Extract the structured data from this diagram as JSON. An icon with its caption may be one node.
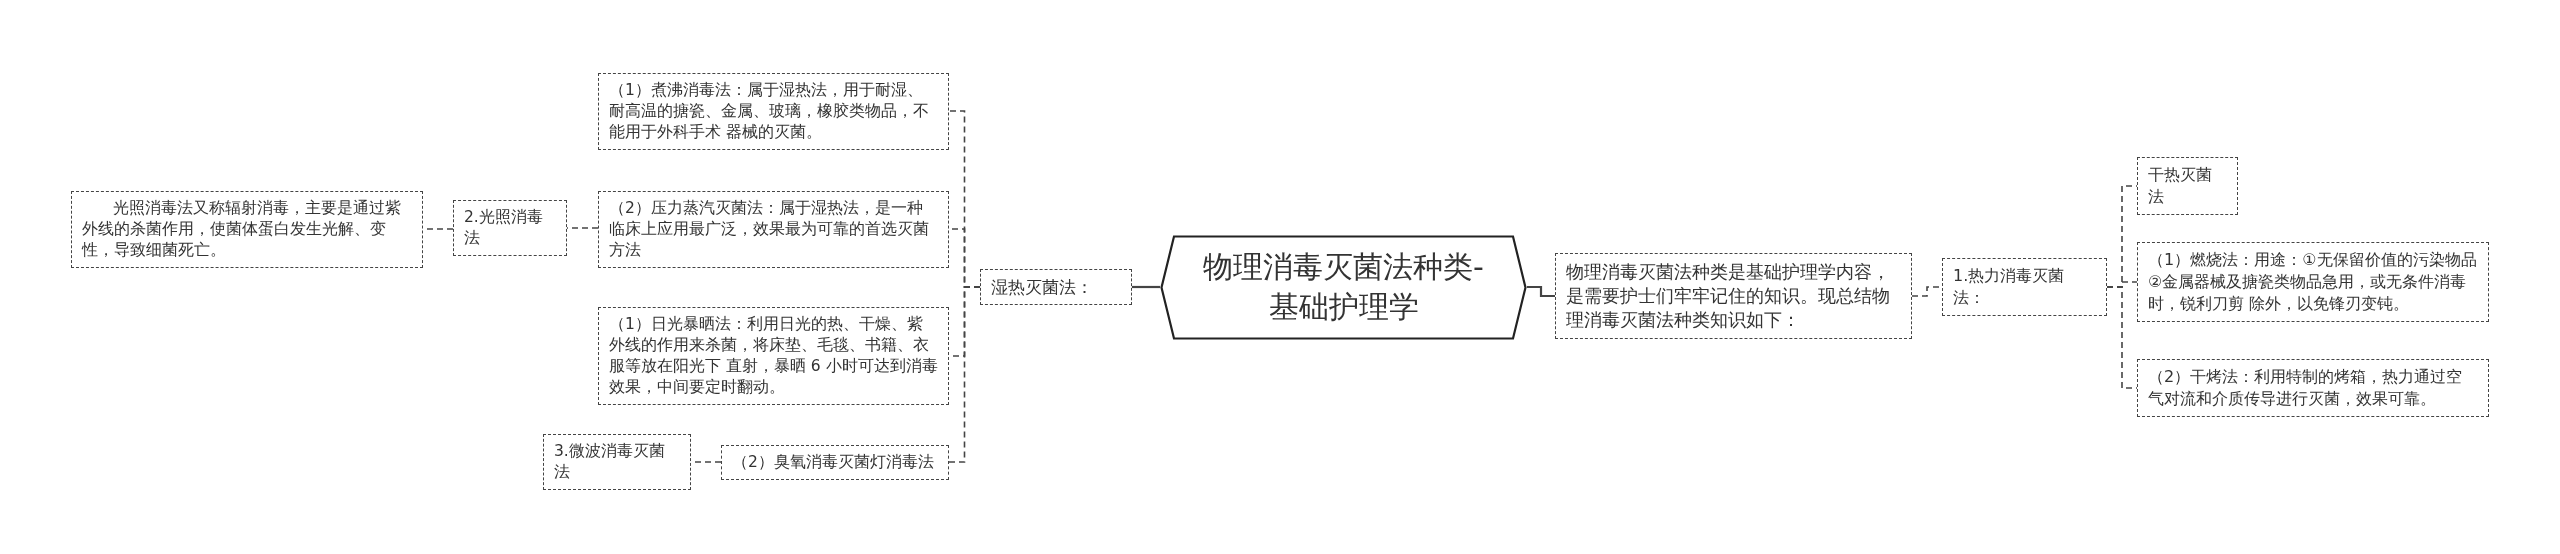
{
  "diagram": {
    "nodes": [
      {
        "text": [
          "物理消毒灭菌法种类-基础护理学"
        ]
      },
      {
        "text": [
          "湿热灭菌法："
        ]
      },
      {
        "text": [
          "（1）煮沸消毒法：属于湿热法，用于耐湿、耐高温的搪瓷、金属、玻璃，橡胶类物品，不能用于外科手术 器械的灭菌。"
        ]
      },
      {
        "text": [
          "（2）压力蒸汽灭菌法：属于湿热法，是一种临床上应用最广泛，效果最为可靠的首选灭菌方法"
        ]
      },
      {
        "text": [
          "2.光照消毒法"
        ]
      },
      {
        "text": [
          "光照消毒法又称辐射消毒，主要是通过紫外线的杀菌作用，使菌体蛋白发生光解、变性，导致细菌死亡。"
        ]
      },
      {
        "text": [
          "（1）日光暴晒法：利用日光的热、干燥、紫外线的作用来杀菌，将床垫、毛毯、书籍、衣服等放在阳光下 直射，暴晒 6 小时可达到消毒效果，中间要定时翻动。"
        ]
      },
      {
        "text": [
          "（2）臭氧消毒灭菌灯消毒法"
        ]
      },
      {
        "text": [
          "3.微波消毒灭菌法"
        ]
      },
      {
        "text": [
          "物理消毒灭菌法种类是基础护理学内容，是需要护士们牢牢记住的知识。现总结物理消毒灭菌法种类知识如下："
        ]
      },
      {
        "text": [
          "1.热力消毒灭菌法："
        ]
      },
      {
        "text": [
          "干热灭菌法"
        ]
      },
      {
        "text": [
          "（1）燃烧法：用途：①无保留价值的污染物品②金属器械及搪瓷类物品急用，或无条件消毒时，锐利刀剪 除外，以免锋刃变钝。"
        ]
      },
      {
        "text": [
          "（2）干烤法：利用特制的烤箱，热力通过空气对流和介质传导进行灭菌，效果可靠。"
        ]
      }
    ],
    "edges": [
      {
        "from": 0,
        "to": 1,
        "arrow": "none"
      },
      {
        "from": 1,
        "to": 2,
        "arrow": "none",
        "style": "dashed"
      },
      {
        "from": 1,
        "to": 3,
        "arrow": "none",
        "style": "dashed"
      },
      {
        "from": 3,
        "to": 4,
        "arrow": "none",
        "style": "dashed"
      },
      {
        "from": 4,
        "to": 5,
        "arrow": "none",
        "style": "dashed"
      },
      {
        "from": 1,
        "to": 6,
        "arrow": "none",
        "style": "dashed"
      },
      {
        "from": 1,
        "to": 7,
        "arrow": "none",
        "style": "dashed"
      },
      {
        "from": 7,
        "to": 8,
        "arrow": "none",
        "style": "dashed"
      },
      {
        "from": 0,
        "to": 9,
        "arrow": "none"
      },
      {
        "from": 9,
        "to": 10,
        "arrow": "none",
        "style": "dashed"
      },
      {
        "from": 10,
        "to": 11,
        "arrow": "none",
        "style": "dashed"
      },
      {
        "from": 10,
        "to": 12,
        "arrow": "none",
        "style": "dashed"
      },
      {
        "from": 10,
        "to": 13,
        "arrow": "none",
        "style": "dashed"
      }
    ]
  }
}
